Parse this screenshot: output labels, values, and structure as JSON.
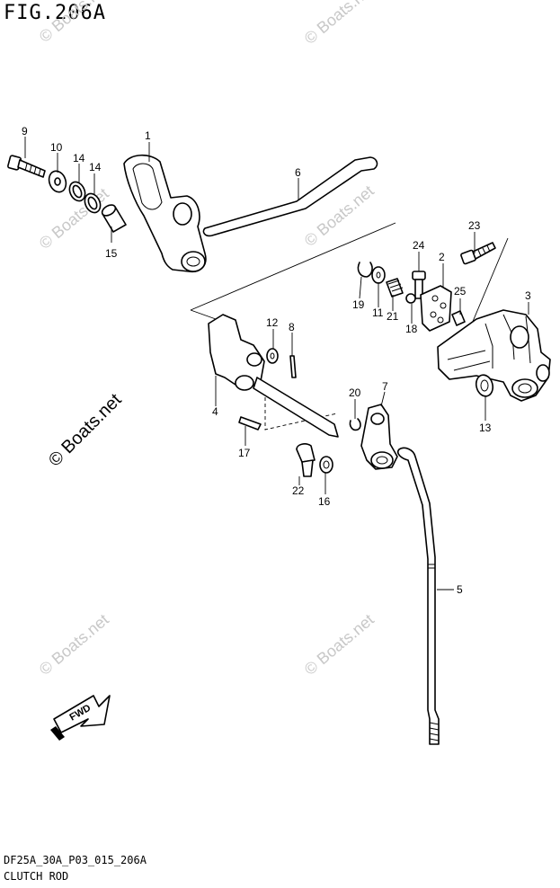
{
  "figure": {
    "title": "FIG.206A",
    "code": "DF25A_30A_P03_015_206A",
    "name": "CLUTCH ROD"
  },
  "direction": {
    "label": "FWD"
  },
  "watermark": {
    "text": "© Boats.net",
    "main_text": "© Boats.net"
  },
  "callouts": [
    "1",
    "2",
    "3",
    "4",
    "5",
    "6",
    "7",
    "8",
    "9",
    "10",
    "11",
    "12",
    "13",
    "14",
    "14",
    "15",
    "16",
    "17",
    "18",
    "19",
    "20",
    "21",
    "22",
    "23",
    "24",
    "25"
  ]
}
